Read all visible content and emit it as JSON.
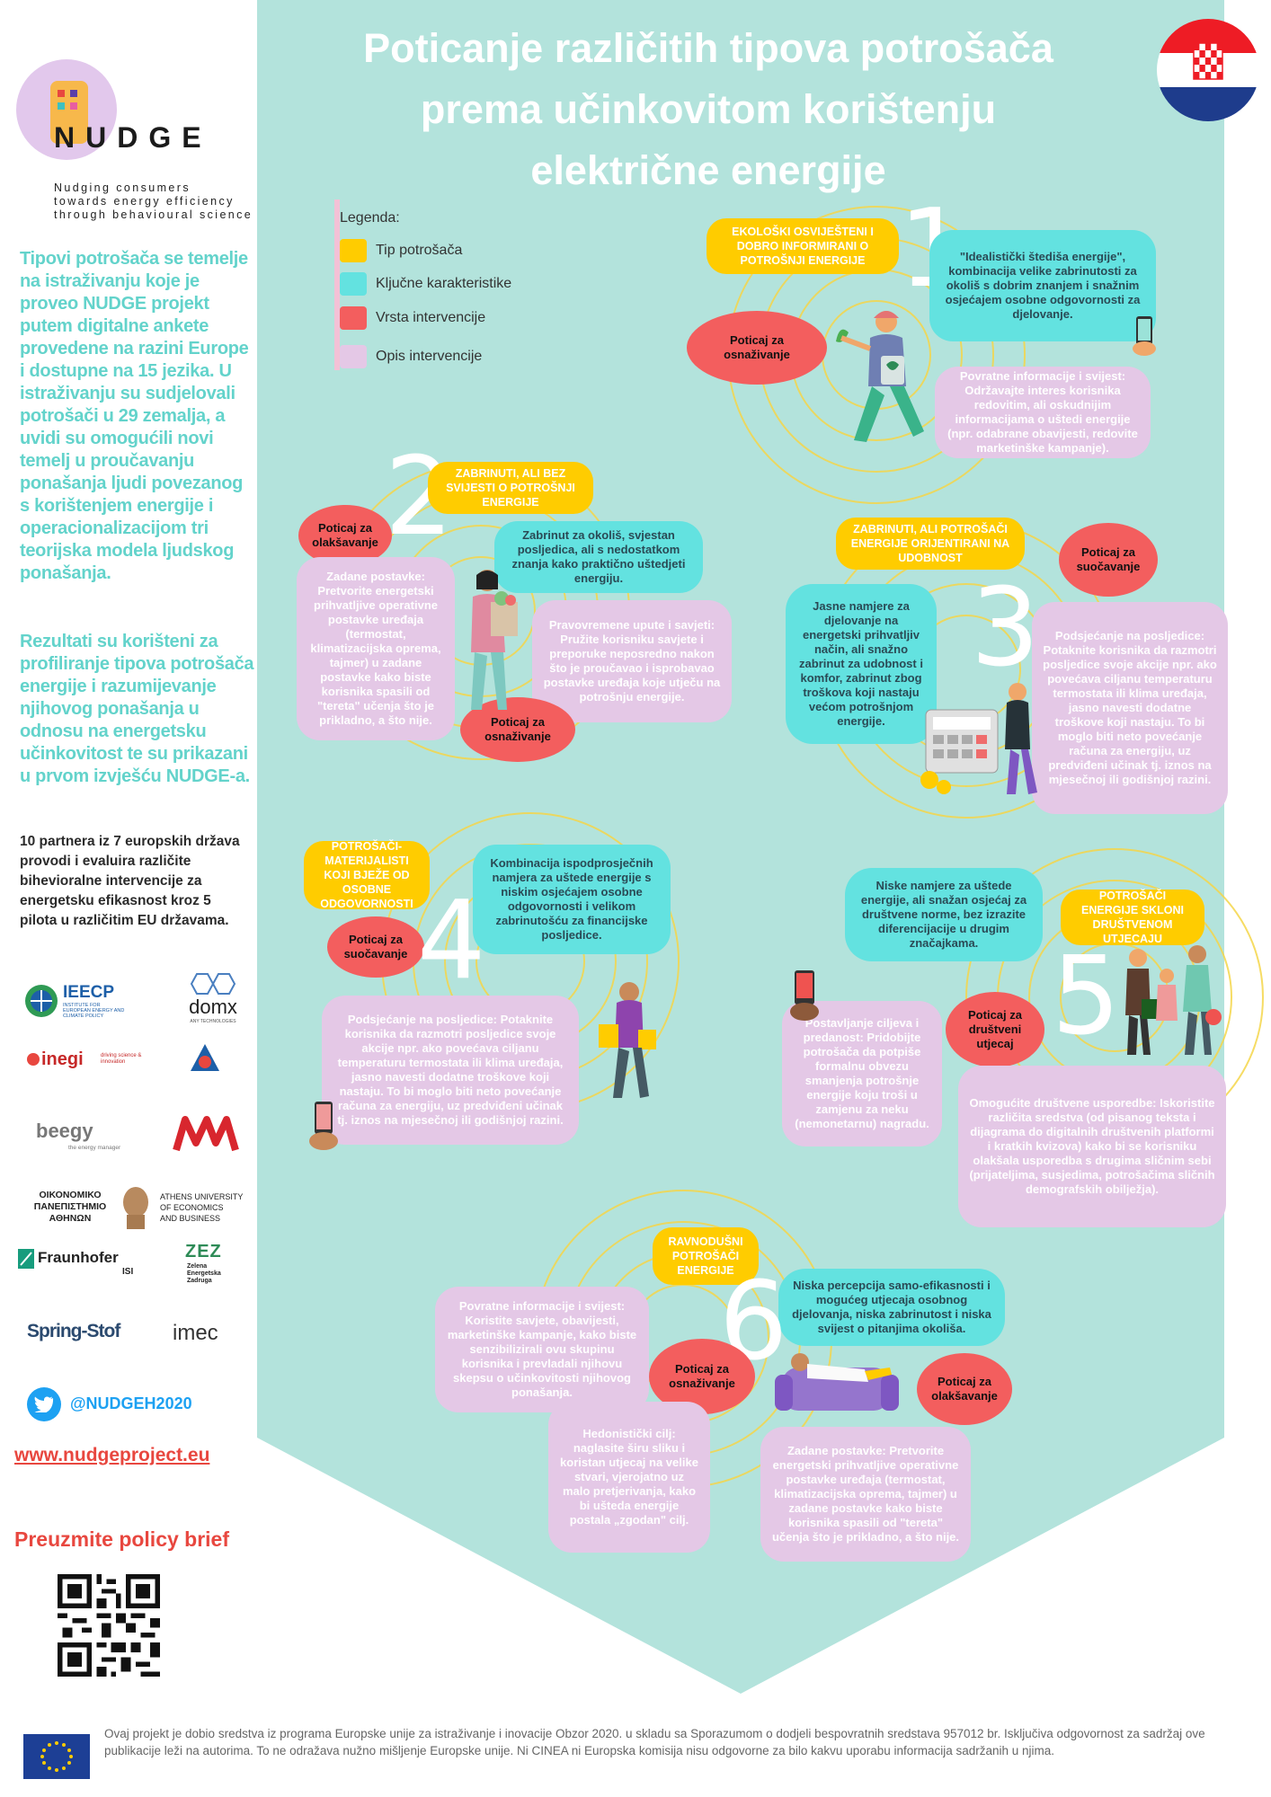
{
  "title": {
    "line1": "Poticanje različitih tipova potrošača",
    "line2": "prema učinkovitom korištenju",
    "line3": "električne energije"
  },
  "nudge": {
    "logo_text": "NUDGE",
    "tagline1": "Nudging consumers",
    "tagline2": "towards energy efficiency",
    "tagline3": "through behavioural science"
  },
  "left": {
    "intro": "Tipovi potrošača se temelje na istraživanju koje je proveo NUDGE projekt putem digitalne ankete provedene na razini Europe i dostupne na 15 jezika. U istraživanju su sudjelovali potrošači u 29 zemalja, a uvidi su omogućili novi temelj u proučavanju ponašanja ljudi povezanog s korištenjem energije i operacionalizacijom tri teorijska modela ljudskog ponašanja.",
    "results": "Rezultati su korišteni za profiliranje tipova potrošača energije i razumijevanje njihovog ponašanja u odnosu na energetsku učinkovitost te su prikazani u prvom izvješću NUDGE-a.",
    "partners": "10 partnera iz 7 europskih država provodi i evaluira različite bihevioralne intervencije za energetsku efikasnost kroz 5 pilota u različitim EU državama.",
    "twitter": "@NUDGEH2020",
    "website": "www.nudgeproject.eu",
    "policy": "Preuzmite policy brief"
  },
  "logos": {
    "ieecp": "IEECP",
    "ieecp_sub": "INSTITUTE FOR EUROPEAN ENERGY AND CLIMATE POLICY",
    "domx": "domx",
    "domx_sub": "ANY TECHNOLOGIES",
    "inegi": "inegi",
    "inegi_sub": "driving science & innovation",
    "beegy": "beegy",
    "beegy_sub": "the energy manager",
    "aueb_gr1": "ΟΙΚΟΝΟΜΙΚΟ",
    "aueb_gr2": "ΠΑΝΕΠΙΣΤΗΜΙΟ",
    "aueb_gr3": "ΑΘΗΝΩΝ",
    "aueb_en1": "ATHENS UNIVERSITY",
    "aueb_en2": "OF ECONOMICS",
    "aueb_en3": "AND BUSINESS",
    "fraunhofer": "Fraunhofer",
    "fraunhofer_sub": "ISI",
    "zez": "ZEZ",
    "zez_sub1": "Zelena",
    "zez_sub2": "Energetska",
    "zez_sub3": "Zadruga",
    "springstof": "Spring-Stof",
    "imec": "imec"
  },
  "legend": {
    "title": "Legenda:",
    "items": [
      {
        "label": "Tip potrošača",
        "color": "#ffcc00"
      },
      {
        "label": "Ključne karakteristike",
        "color": "#63e2e0"
      },
      {
        "label": "Vrsta intervencije",
        "color": "#f35e5e"
      },
      {
        "label": "Opis intervencije",
        "color": "#e4c8e6"
      }
    ]
  },
  "colors": {
    "banner": "#b3e3dc",
    "type": "#ffcc00",
    "characteristics": "#63e2e0",
    "intervention": "#f35e5e",
    "description": "#e4c8e6",
    "intro_text": "#63d3cb",
    "link": "#e8473f"
  },
  "sections": {
    "s1": {
      "num": "1",
      "type": "EKOLOŠKI OSVIJEŠTENI I DOBRO INFORMIRANI O POTROŠNJI ENERGIJE",
      "char": "\"Idealistički štediša energije\", kombinacija velike zabrinutosti za okoliš s dobrim znanjem i snažnim osjećajem osobne odgovornosti za djelovanje.",
      "int": "Poticaj za osnaživanje",
      "desc": "Povratne informacije i svijest: Održavajte interes korisnika redovitim, ali oskudnijim informacijama o uštedi energije (npr. odabrane obavijesti, redovite marketinške kampanje)."
    },
    "s2": {
      "num": "2",
      "type": "ZABRINUTI, ALI BEZ SVIJESTI O POTROŠNJI ENERGIJE",
      "char": "Zabrinut za okoliš, svjestan posljedica, ali s nedostatkom znanja kako praktično uštedjeti energiju.",
      "int1": "Poticaj za olakšavanje",
      "desc1": "Zadane postavke: Pretvorite energetski prihvatljive operativne postavke uređaja (termostat, klimatizacijska oprema, tajmer) u zadane postavke kako biste korisnika spasili od \"tereta\" učenja što je prikladno, a što nije.",
      "int2": "Poticaj za osnaživanje",
      "desc2": "Pravovremene upute i savjeti: Pružite korisniku savjete i preporuke neposredno nakon što je proučavao i isprobavao postavke uređaja koje utječu na potrošnju energije."
    },
    "s3": {
      "num": "3",
      "type": "ZABRINUTI, ALI POTROŠAČI ENERGIJE ORIJENTIRANI NA UDOBNOST",
      "char": "Jasne namjere za djelovanje na energetski prihvatljiv način, ali snažno zabrinut za udobnost i komfor, zabrinut zbog troškova koji nastaju većom potrošnjom energije.",
      "int": "Poticaj za suočavanje",
      "desc": "Podsjećanje na posljedice: Potaknite korisnika da razmotri posljedice svoje akcije npr. ako povećava ciljanu temperaturu termostata ili klima uređaja, jasno navesti dodatne troškove koji nastaju. To bi moglo biti neto povećanje računa za energiju, uz predviđeni učinak tj. iznos na mjesečnoj ili godišnjoj razini."
    },
    "s4": {
      "num": "4",
      "type": "POTROŠAČI-MATERIJALISTI KOJI BJEŽE OD OSOBNE ODGOVORNOSTI",
      "char": "Kombinacija ispodprosječnih namjera za uštede energije s niskim osjećajem osobne odgovornosti i velikom zabrinutošću za financijske posljedice.",
      "int": "Poticaj za suočavanje",
      "desc": "Podsjećanje na posljedice: Potaknite korisnika da razmotri posljedice svoje akcije npr. ako povećava ciljanu temperaturu termostata ili klima uređaja, jasno navesti dodatne troškove koji nastaju. To bi moglo biti neto povećanje računa za energiju, uz predviđeni učinak tj. iznos na mjesečnoj ili godišnjoj razini."
    },
    "s5": {
      "num": "5",
      "type": "POTROŠAČI ENERGIJE SKLONI DRUŠTVENOM UTJECAJU",
      "char": "Niske namjere za uštede energije, ali snažan osjećaj za društvene norme, bez izrazite diferencijacije u drugim značajkama.",
      "int": "Poticaj za društveni utjecaj",
      "desc1": "Postavljanje ciljeva i predanost: Pridobijte potrošača da potpiše formalnu obvezu smanjenja potrošnje energije koju troši u zamjenu za neku (nemonetarnu) nagradu.",
      "desc2": "Omogućite društvene usporedbe: Iskoristite različita sredstva (od pisanog teksta i dijagrama do digitalnih društvenih platformi i kratkih kvizova) kako bi se korisniku olakšala usporedba s drugima sličnim sebi (prijateljima, susjedima, potrošačima sličnih demografskih obilježja)."
    },
    "s6": {
      "num": "6",
      "type": "RAVNODUŠNI POTROŠAČI ENERGIJE",
      "char": "Niska percepcija samo-efikasnosti i mogućeg utjecaja osobnog djelovanja, niska zabrinutost i niska svijest o pitanjima okoliša.",
      "int1": "Poticaj za osnaživanje",
      "desc1a": "Povratne informacije i svijest: Koristite savjete, obavijesti, marketinške kampanje, kako biste senzibilizirali ovu skupinu korisnika i prevladali njihovu skepsu o učinkovitosti njihovog ponašanja.",
      "desc1b": "Hedonistički cilj: naglasite širu sliku i koristan utjecaj na velike stvari, vjerojatno uz malo pretjerivanja, kako bi ušteda energije postala „zgodan\" cilj.",
      "int2": "Poticaj za olakšavanje",
      "desc2": "Zadane postavke: Pretvorite energetski prihvatljive operativne postavke uređaja (termostat, klimatizacijska oprema, tajmer) u zadane postavke kako biste korisnika spasili od \"tereta\" učenja što je prikladno, a što nije."
    }
  },
  "footer": "Ovaj projekt je dobio sredstva iz programa Europske unije za istraživanje i inovacije Obzor 2020. u skladu sa Sporazumom o dodjeli bespovratnih sredstava 957012 br. Isključiva odgovornost za sadržaj ove publikacije leži na autorima. To ne odražava nužno mišljenje Europske unije. Ni CINEA ni Europska komisija nisu odgovorne za bilo kakvu uporabu informacija sadržanih u njima."
}
